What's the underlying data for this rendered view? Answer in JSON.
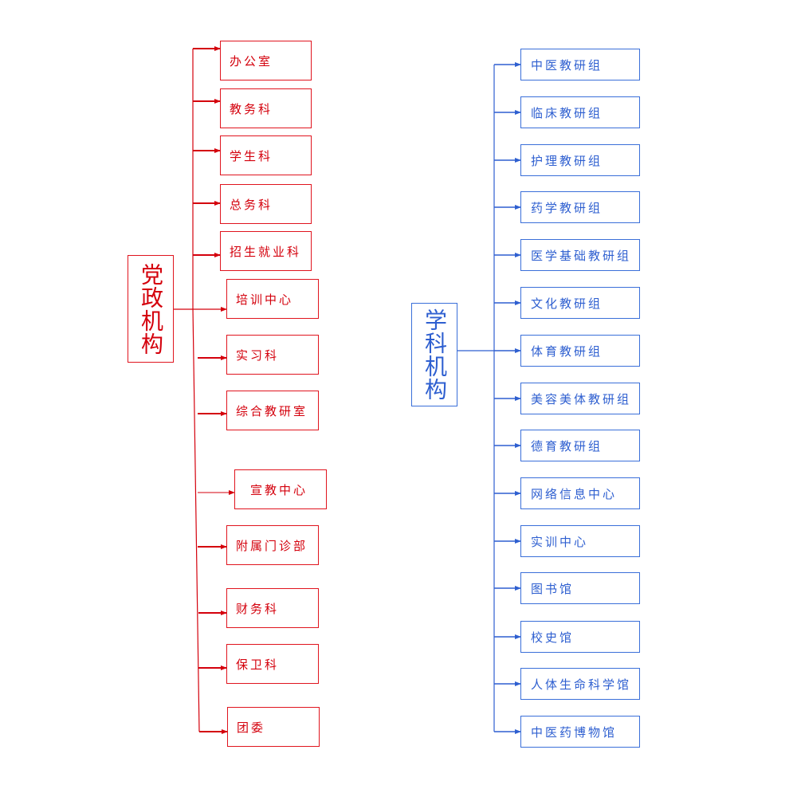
{
  "left_group": {
    "root_label": "党政机构",
    "color": "#d4000c",
    "items": [
      "办公室",
      "教务科",
      "学生科",
      "总务科",
      "招生就业科",
      "培训中心",
      "实习科",
      "综合教研室",
      "宣教中心",
      "附属门诊部",
      "财务科",
      "保卫科",
      "团委"
    ]
  },
  "right_group": {
    "root_label": "学科机构",
    "color": "#2e5fd0",
    "items": [
      "中医教研组",
      "临床教研组",
      "护理教研组",
      "药学教研组",
      "医学基础教研组",
      "文化教研组",
      "体育教研组",
      "美容美体教研组",
      "德育教研组",
      "网络信息中心",
      "实训中心",
      "图书馆",
      "校史馆",
      "人体生命科学馆",
      "中医药博物馆"
    ]
  }
}
